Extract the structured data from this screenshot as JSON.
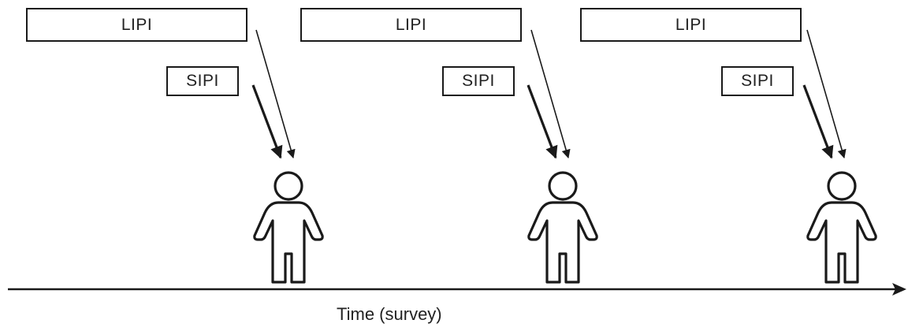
{
  "diagram": {
    "groups": [
      {
        "long_box": "LIPI",
        "short_box": "SIPI"
      },
      {
        "long_box": "LIPI",
        "short_box": "SIPI"
      },
      {
        "long_box": "LIPI",
        "short_box": "SIPI"
      }
    ],
    "axis_label": "Time (survey)",
    "colors": {
      "stroke": "#1a1a1a",
      "background": "#ffffff"
    }
  }
}
